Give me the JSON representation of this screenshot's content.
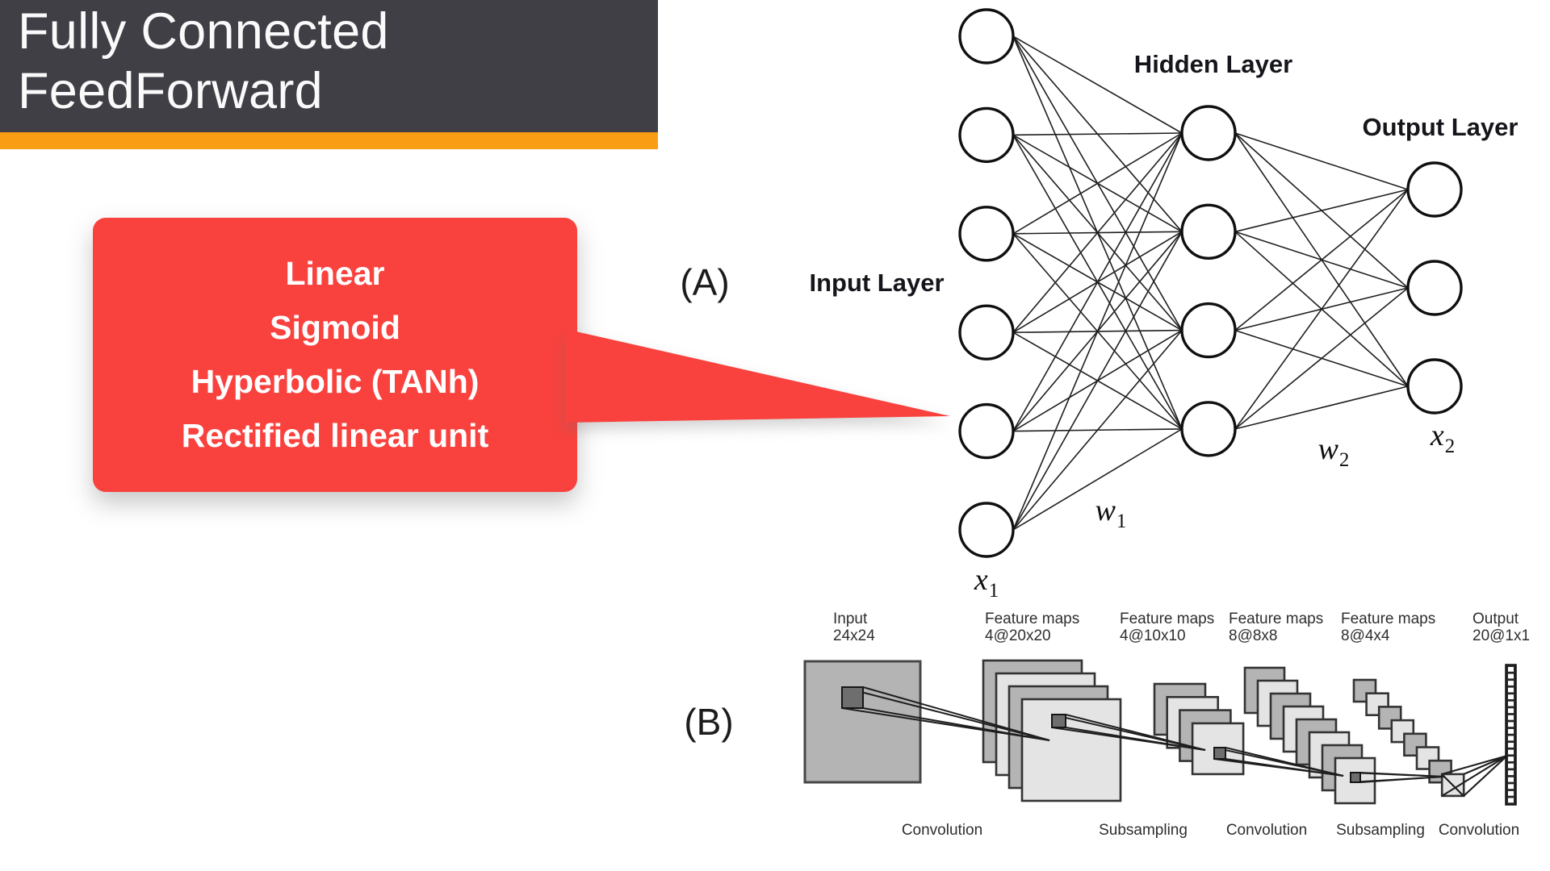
{
  "colors": {
    "header-bg": "#413F46",
    "accent-orange": "#F99D15",
    "callout-red": "#F9423E",
    "ink": "#1F1F1F"
  },
  "header": {
    "title_line1": "Fully Connected",
    "title_line2": "FeedForward"
  },
  "callout": {
    "lines": [
      "Linear",
      "Sigmoid",
      "Hyperbolic (TANh)",
      "Rectified linear unit"
    ]
  },
  "diagram_a": {
    "tag": "(A)",
    "labels": {
      "input": "Input Layer",
      "hidden": "Hidden Layer",
      "output": "Output Layer"
    },
    "structure": {
      "input_nodes": 6,
      "hidden_nodes": 4,
      "output_nodes": 3
    },
    "math_labels": {
      "w1": {
        "base": "w",
        "sub": "1"
      },
      "w2": {
        "base": "w",
        "sub": "2"
      },
      "x1": {
        "base": "x",
        "sub": "1"
      },
      "x2": {
        "base": "x",
        "sub": "2"
      }
    }
  },
  "diagram_b": {
    "tag": "(B)",
    "columns": [
      {
        "name": "Input",
        "size": "24x24"
      },
      {
        "name": "Feature maps",
        "size": "4@20x20"
      },
      {
        "name": "Feature maps",
        "size": "4@10x10"
      },
      {
        "name": "Feature maps",
        "size": "8@8x8"
      },
      {
        "name": "Feature maps",
        "size": "8@4x4"
      },
      {
        "name": "Output",
        "size": "20@1x1"
      }
    ],
    "operations": [
      "Convolution",
      "Subsampling",
      "Convolution",
      "Subsampling",
      "Convolution"
    ]
  }
}
